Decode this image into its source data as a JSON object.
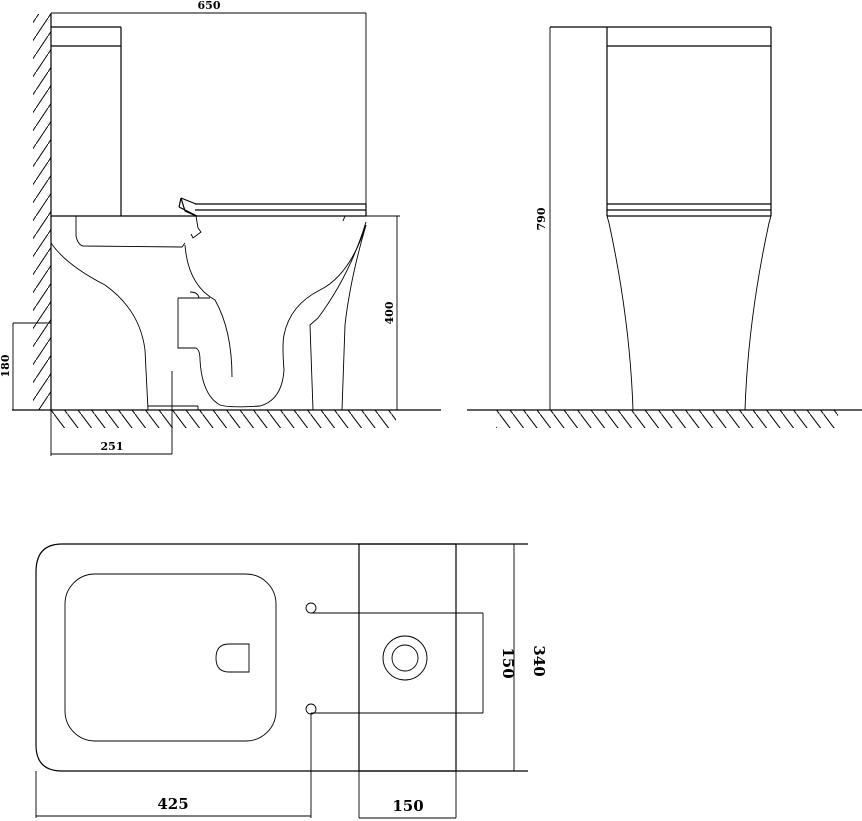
{
  "drawing": {
    "side_view": {
      "width_label": "650",
      "seat_height_label": "400",
      "outlet_height_label": "180",
      "outlet_distance_label": "251"
    },
    "front_view": {
      "total_height_label": "790"
    },
    "plan_view": {
      "depth_label": "340",
      "fixing_spacing_label": "150",
      "fixing_distance_label": "425",
      "outlet_width_label": "150"
    }
  }
}
